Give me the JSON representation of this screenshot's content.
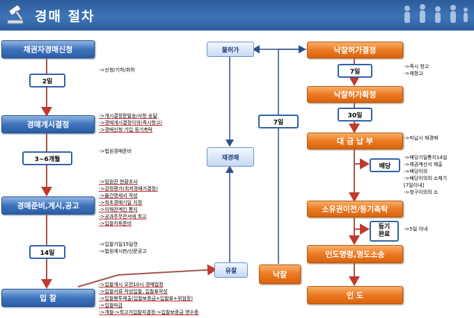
{
  "header": {
    "title": "경매 절차"
  },
  "left": {
    "step1": "채권자경매신청",
    "dur1": "2일",
    "notes1": [
      "->신청/기하/취하"
    ],
    "step2": "경매개시결정",
    "notes2": [
      "->개시결정문발송/사항 송달",
      "->경매개시결정이의(즉시항고)",
      "->경매신청 기입 등기촉탁"
    ],
    "dur2": "3~6개월",
    "notes3": [
      "->법원경매준비"
    ],
    "step3": "경매준비,게시,공고",
    "notes4": [
      "->임원관 현황조사",
      "->감정평가(최저경매가결정)",
      "->물건명세서 작성",
      "->최초경매기일 지정",
      "->이해관계인 통지",
      "->공과주무관서에 최고",
      "->입찰지휘준비"
    ],
    "dur3": "14일",
    "notes5": [
      "->입찰기일15일전",
      "->법원게시판/신문공고"
    ],
    "step4": "입 찰",
    "notes6": [
      "->입찰개시 오전10시 경매법정",
      "->입찰서류 작성입찰, 입찰표작성",
      "->입찰봉투제출(입찰보증금+입찰표+위임장)",
      "->입찰마감",
      "->개찰->최고가입찰자결정->입찰보증금 영수증"
    ]
  },
  "middle": {
    "bulheoga": "불허가",
    "dur7": "7일",
    "jaegyeongmae": "재경매",
    "yuchal": "유찰",
    "nakchal": "낙찰"
  },
  "right": {
    "step1": "낙찰허가결정",
    "dur1": "7일",
    "notes1": [
      "->즉시 항고",
      "->재항고"
    ],
    "step2": "낙찰허가확정",
    "dur2": "30일",
    "step3": "대 금 납 부",
    "notes2": [
      "->미납시 재경매"
    ],
    "baedang": "배당",
    "notes3": [
      "->배당기일통지14일",
      "->채권계산서 제출",
      "->배당이의",
      "->배당이의의 소제기",
      "[7일이내]",
      "->청구이의의 소"
    ],
    "step4": "소유권이전/등기촉탁",
    "deungi_top": "등기",
    "deungi_bottom": "완료",
    "notes4": [
      "->5일 이내"
    ],
    "step5": "인도명령,명도소송",
    "step6": "인 도"
  }
}
